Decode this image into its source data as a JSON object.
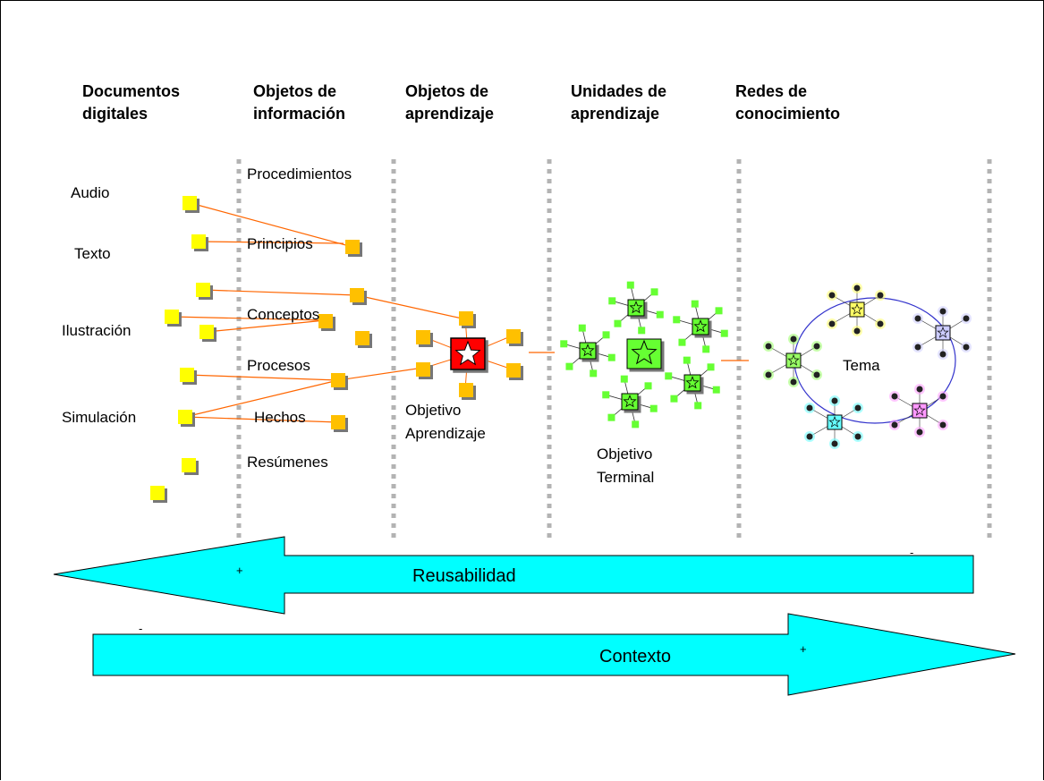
{
  "columns": [
    {
      "line1": "Documentos",
      "line2": "digitales"
    },
    {
      "line1": "Objetos de",
      "line2": "información"
    },
    {
      "line1": "Objetos de",
      "line2": "aprendizaje"
    },
    {
      "line1": "Unidades de",
      "line2": "aprendizaje"
    },
    {
      "line1": "Redes de",
      "line2": "conocimiento"
    }
  ],
  "documents": [
    "Audio",
    "Texto",
    "Ilustración",
    "Simulación"
  ],
  "info_objects": [
    "Procedimientos",
    "Principios",
    "Conceptos",
    "Procesos",
    "Hechos",
    "Resúmenes"
  ],
  "learning_object_label": {
    "line1": "Objetivo",
    "line2": "Aprendizaje"
  },
  "unit_label": {
    "line1": "Objetivo",
    "line2": "Terminal"
  },
  "network_label": "Tema",
  "arrows": {
    "reuse": {
      "label": "Reusabilidad",
      "plus": "+",
      "minus": "-"
    },
    "context": {
      "label": "Contexto",
      "plus": "+",
      "minus": "-"
    }
  },
  "colors": {
    "arrow_fill": "#00FFFF",
    "node_yellow": "#FFFF00",
    "node_orange": "#FFC000",
    "connector": "#FF6600",
    "center_red": "#FF0000",
    "unit_green": "#66FF33",
    "divider": "#B3B3B3",
    "network_ring": "#3333CC"
  }
}
